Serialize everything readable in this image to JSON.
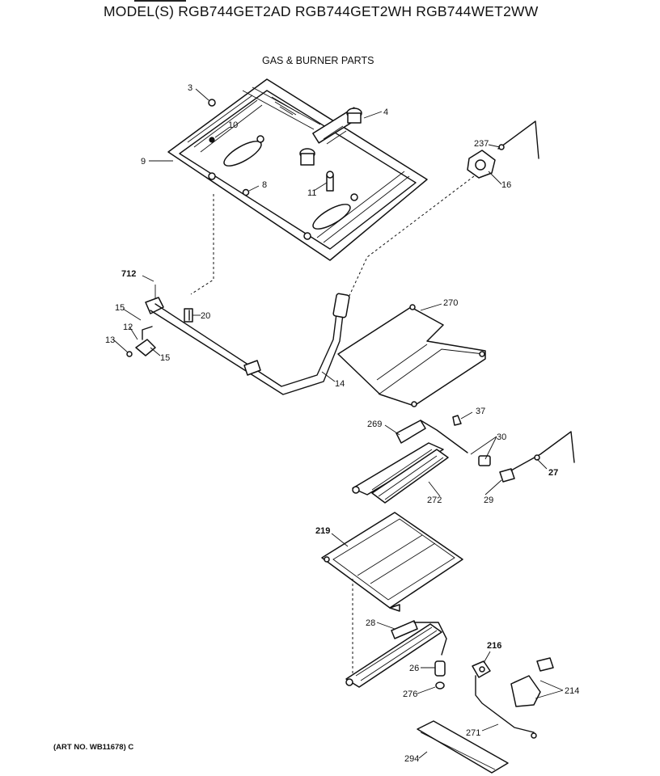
{
  "header": {
    "title": "MODEL(S) RGB744GET2AD  RGB744GET2WH  RGB744WET2WW",
    "subtitle": "GAS & BURNER PARTS"
  },
  "footer": {
    "art_no": "(ART NO. WB11678) C"
  },
  "callouts": {
    "c3": "3",
    "c4": "4",
    "c9": "9",
    "c10": "10",
    "c8": "8",
    "c11": "11",
    "c16": "16",
    "c237": "237",
    "c712": "712",
    "c15a": "15",
    "c12": "12",
    "c13": "13",
    "c15b": "15",
    "c20": "20",
    "c14": "14",
    "c270": "270",
    "c37": "37",
    "c269": "269",
    "c30": "30",
    "c27": "27",
    "c272": "272",
    "c29": "29",
    "c219": "219",
    "c28": "28",
    "c26": "26",
    "c216": "216",
    "c276": "276",
    "c214": "214",
    "c271": "271",
    "c294": "294"
  }
}
